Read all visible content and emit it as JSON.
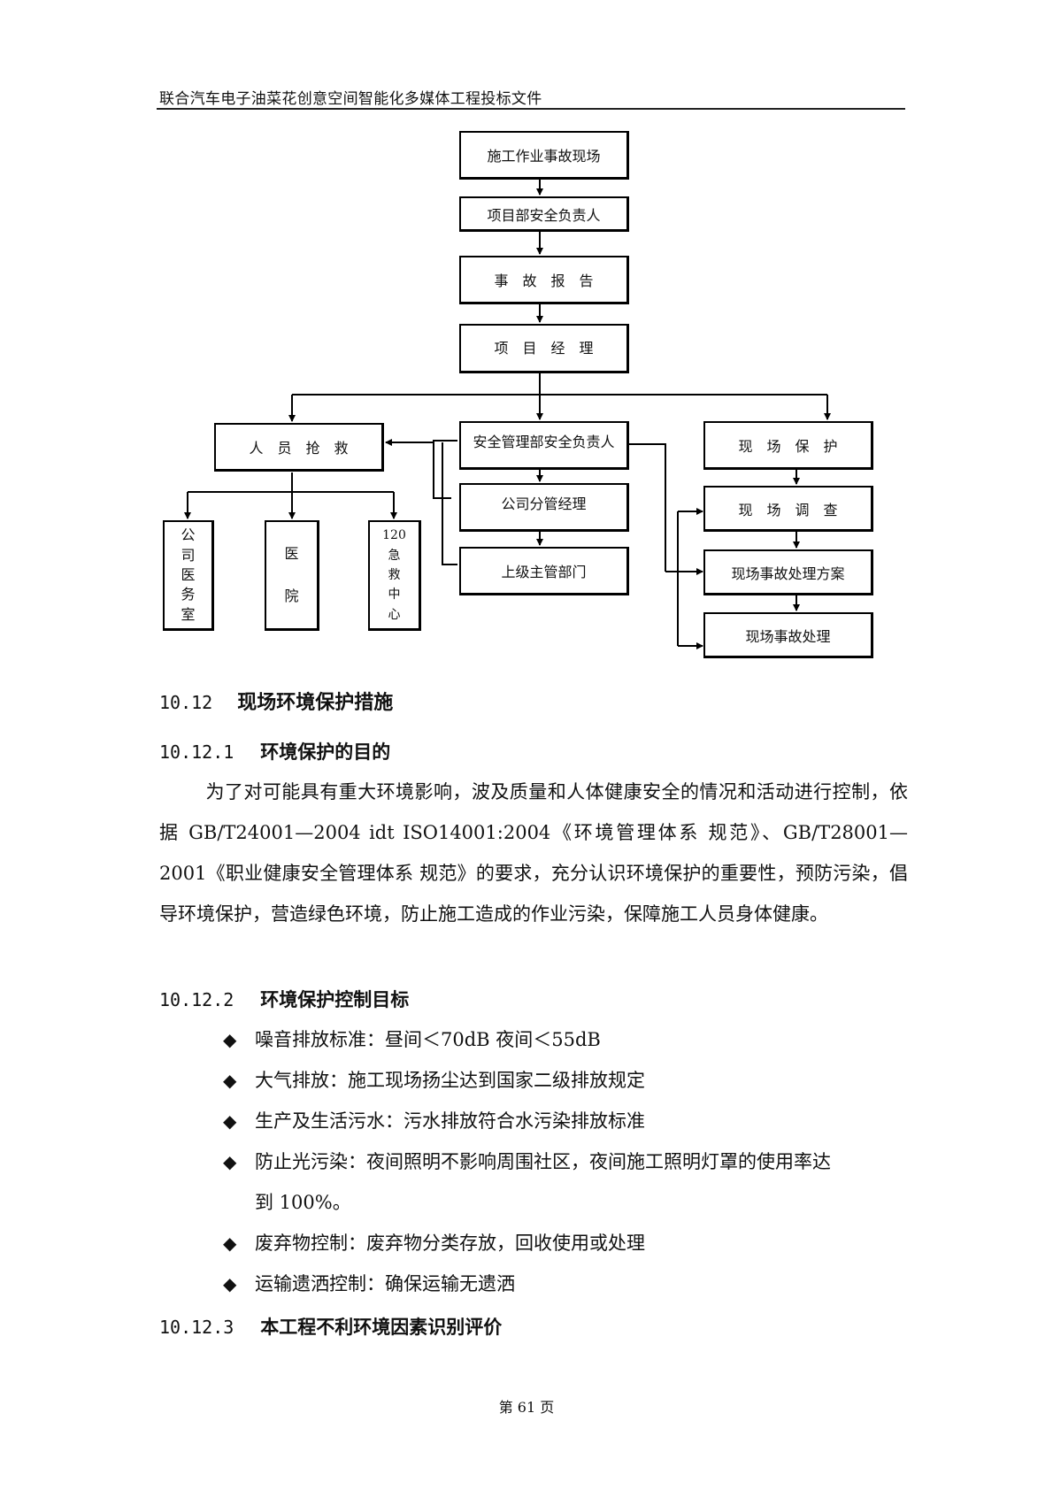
{
  "header": {
    "title": "联合汽车电子油菜花创意空间智能化多媒体工程投标文件"
  },
  "flowchart": {
    "accident_site": "施工作业事故现场",
    "project_safety_lead": "项目部安全负责人",
    "accident_report": "事　故　报　告",
    "project_manager": "项　目　经　理",
    "rescue": "人　员　抢　救",
    "safety_dept_lead": "安全管理部安全负责人",
    "branch_manager": "公司分管经理",
    "superior_dept": "上级主管部门",
    "site_protection": "现　场　保　护",
    "site_investigation": "现　场　调　查",
    "handling_plan": "现场事故处理方案",
    "handling": "现场事故处理",
    "clinic_chars": [
      "公",
      "司",
      "医",
      "务",
      "室"
    ],
    "hospital_chars": [
      "医",
      "院"
    ],
    "emergency_chars": [
      "120",
      "急",
      "救",
      "中",
      "心"
    ]
  },
  "section": {
    "h_10_12": {
      "num": "10.12",
      "title": "现场环境保护措施"
    },
    "h_10_12_1": {
      "num": "10.12.1",
      "title": "环境保护的目的"
    },
    "purpose_text": "为了对可能具有重大环境影响，波及质量和人体健康安全的情况和活动进行控制，依据 GB/T24001—2004 idt ISO14001:2004《环境管理体系 规范》、GB/T28001—2001《职业健康安全管理体系 规范》的要求，充分认识环境保护的重要性，预防污染，倡导环境保护，营造绿色环境，防止施工造成的作业污染，保障施工人员身体健康。",
    "h_10_12_2": {
      "num": "10.12.2",
      "title": "环境保护控制目标"
    },
    "bullets": [
      "噪音排放标准：昼间＜70dB 夜间＜55dB",
      "大气排放：施工现场扬尘达到国家二级排放规定",
      "生产及生活污水：污水排放符合水污染排放标准",
      "防止光污染：夜间照明不影响周围社区，夜间施工照明灯罩的使用率达",
      "废弃物控制：废弃物分类存放，回收使用或处理",
      "运输遗洒控制：确保运输无遗洒"
    ],
    "bullet_4_cont": "到 100%。",
    "h_10_12_3": {
      "num": "10.12.3",
      "title": "本工程不利环境因素识别评价"
    }
  },
  "footer": {
    "page": "第 61 页"
  },
  "icons": {
    "bullet": "black-diamond-icon"
  },
  "colors": {
    "text": "#111111",
    "line": "#000000"
  }
}
